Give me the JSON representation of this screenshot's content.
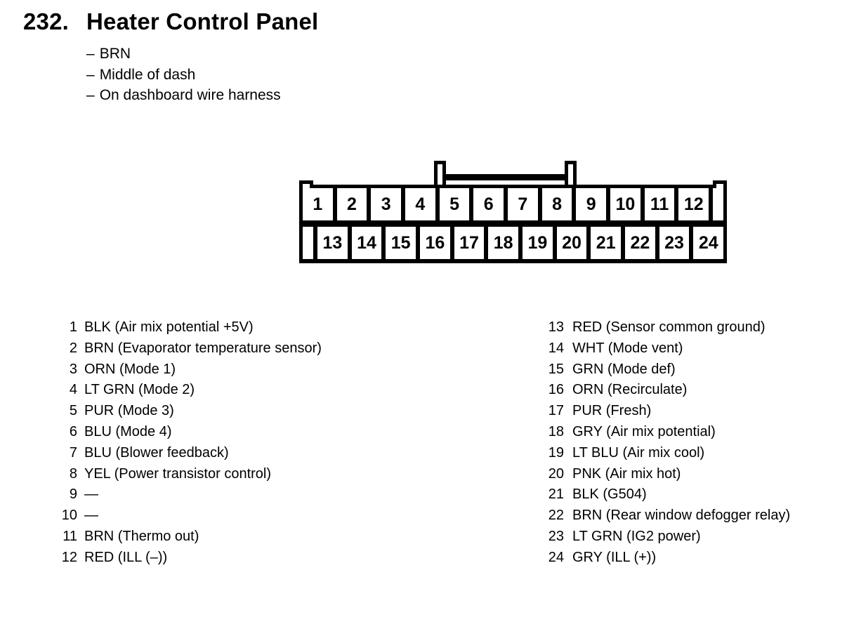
{
  "header": {
    "number": "232.",
    "title": "Heater Control Panel",
    "notes": [
      {
        "dash": "–",
        "text": "BRN"
      },
      {
        "dash": "–",
        "text": "Middle of dash"
      },
      {
        "dash": "–",
        "text": "On dashboard wire harness"
      }
    ]
  },
  "connector": {
    "top_row": [
      "1",
      "2",
      "3",
      "4",
      "5",
      "6",
      "7",
      "8",
      "9",
      "10",
      "11",
      "12"
    ],
    "bottom_row": [
      "13",
      "14",
      "15",
      "16",
      "17",
      "18",
      "19",
      "20",
      "21",
      "22",
      "23",
      "24"
    ]
  },
  "pin_list": {
    "left": [
      {
        "num": "1",
        "desc": "BLK (Air mix potential +5V)"
      },
      {
        "num": "2",
        "desc": "BRN (Evaporator temperature sensor)"
      },
      {
        "num": "3",
        "desc": "ORN (Mode 1)"
      },
      {
        "num": "4",
        "desc": "LT GRN (Mode 2)"
      },
      {
        "num": "5",
        "desc": "PUR (Mode 3)"
      },
      {
        "num": "6",
        "desc": "BLU (Mode 4)"
      },
      {
        "num": "7",
        "desc": "BLU (Blower feedback)"
      },
      {
        "num": "8",
        "desc": "YEL (Power transistor control)"
      },
      {
        "num": "9",
        "desc": "—"
      },
      {
        "num": "10",
        "desc": "—"
      },
      {
        "num": "11",
        "desc": "BRN (Thermo out)"
      },
      {
        "num": "12",
        "desc": "RED (ILL (–))"
      }
    ],
    "right": [
      {
        "num": "13",
        "desc": "RED (Sensor common ground)"
      },
      {
        "num": "14",
        "desc": "WHT (Mode vent)"
      },
      {
        "num": "15",
        "desc": "GRN (Mode def)"
      },
      {
        "num": "16",
        "desc": "ORN (Recirculate)"
      },
      {
        "num": "17",
        "desc": "PUR (Fresh)"
      },
      {
        "num": "18",
        "desc": "GRY (Air mix potential)"
      },
      {
        "num": "19",
        "desc": "LT BLU (Air mix cool)"
      },
      {
        "num": "20",
        "desc": "PNK (Air mix hot)"
      },
      {
        "num": "21",
        "desc": "BLK (G504)"
      },
      {
        "num": "22",
        "desc": "BRN (Rear window defogger relay)"
      },
      {
        "num": "23",
        "desc": "LT GRN (IG2 power)"
      },
      {
        "num": "24",
        "desc": "GRY (ILL (+))"
      }
    ]
  },
  "colors": {
    "ink": "#000000",
    "paper": "#ffffff"
  }
}
